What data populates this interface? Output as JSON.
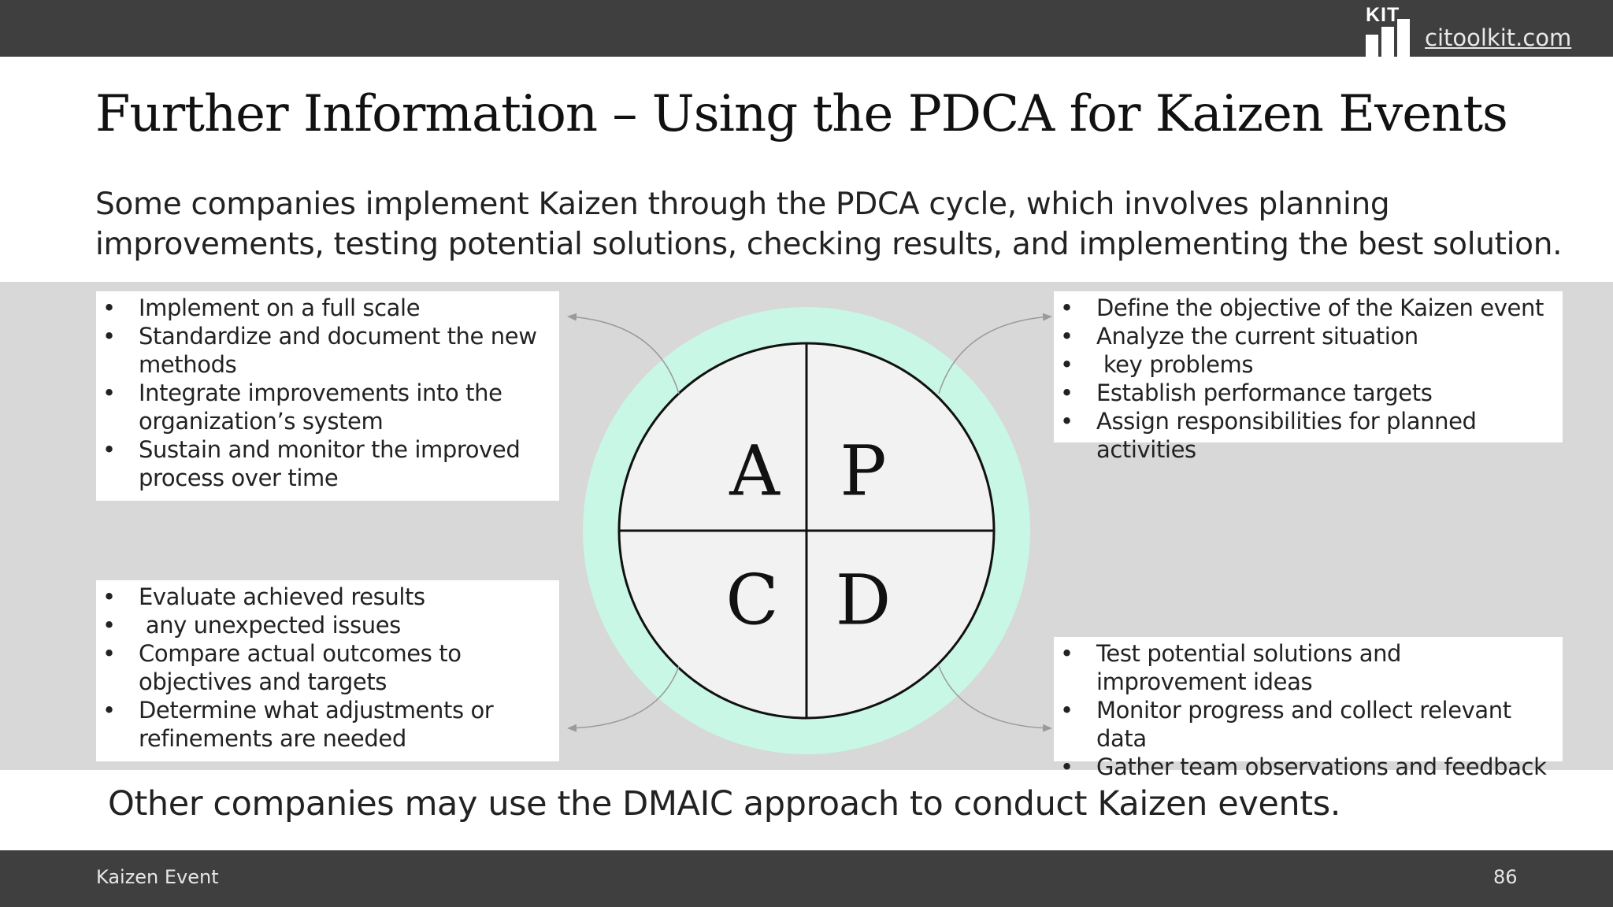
{
  "header": {
    "logo_text": "KIT",
    "site_link": "citoolkit.com"
  },
  "title": "Further Information – Using the PDCA for Kaizen Events",
  "subtitle": "Some companies implement Kaizen through the PDCA cycle, which involves planning improvements, testing potential solutions, checking results, and implementing the best solution.",
  "diagram": {
    "quadrants": {
      "a": "A",
      "p": "P",
      "c": "C",
      "d": "D"
    },
    "colors": {
      "ring": "#c8f7e6",
      "quadrant_fill": "#f2f2f2",
      "band": "#d8d8d8"
    },
    "act": [
      "Implement on a full scale",
      "Standardize and document the new methods",
      "Integrate improvements into the organization’s system",
      "Sustain and monitor the improved process over time"
    ],
    "plan": [
      "Define the objective of the Kaizen event",
      "Analyze the current situation",
      " key problems",
      "Establish performance targets",
      "Assign responsibilities for planned activities"
    ],
    "check": [
      "Evaluate achieved results",
      " any unexpected issues",
      "Compare actual outcomes to objectives and targets",
      "Determine what adjustments or refinements are needed"
    ],
    "do": [
      "Test potential solutions and improvement ideas",
      "Monitor progress and collect relevant data",
      "Gather team observations and feedback"
    ]
  },
  "closing_text": "Other companies may use the DMAIC approach to conduct Kaizen events.",
  "footer": {
    "left": "Kaizen Event",
    "page_number": "86"
  }
}
